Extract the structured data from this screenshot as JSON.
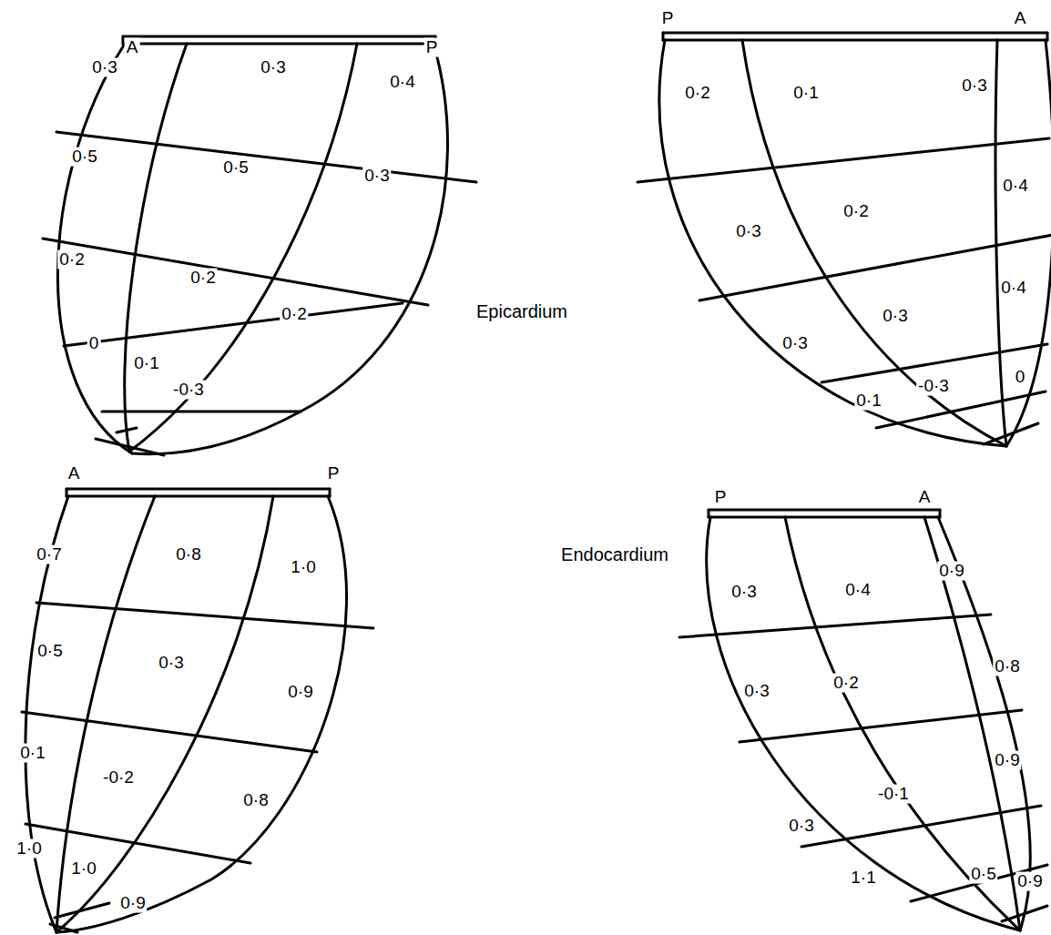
{
  "diagram": {
    "labels": [
      "A",
      "P",
      "0·3",
      "0·3",
      "0·4",
      "0·5",
      "0·5",
      "0·3",
      "0·2",
      "0·2",
      "0·2",
      "0",
      "0·1",
      "-0·3",
      "P",
      "A",
      "0·2",
      "0·1",
      "0·3",
      "0·3",
      "0·2",
      "0·4",
      "0·3",
      "0·3",
      "0·4",
      "0·1",
      "-0·3",
      "0",
      "Epicardium",
      "A",
      "P",
      "0·7",
      "0·8",
      "1·0",
      "0·5",
      "0·3",
      "0·9",
      "0·1",
      "-0·2",
      "0·8",
      "1·0",
      "1·0",
      "0·9",
      "Endocardium",
      "P",
      "A",
      "0·3",
      "0·4",
      "0·9",
      "0·3",
      "0·2",
      "0·8",
      "0·3",
      "-0·1",
      "0·9",
      "1·1",
      "0·5",
      "0·9"
    ]
  }
}
